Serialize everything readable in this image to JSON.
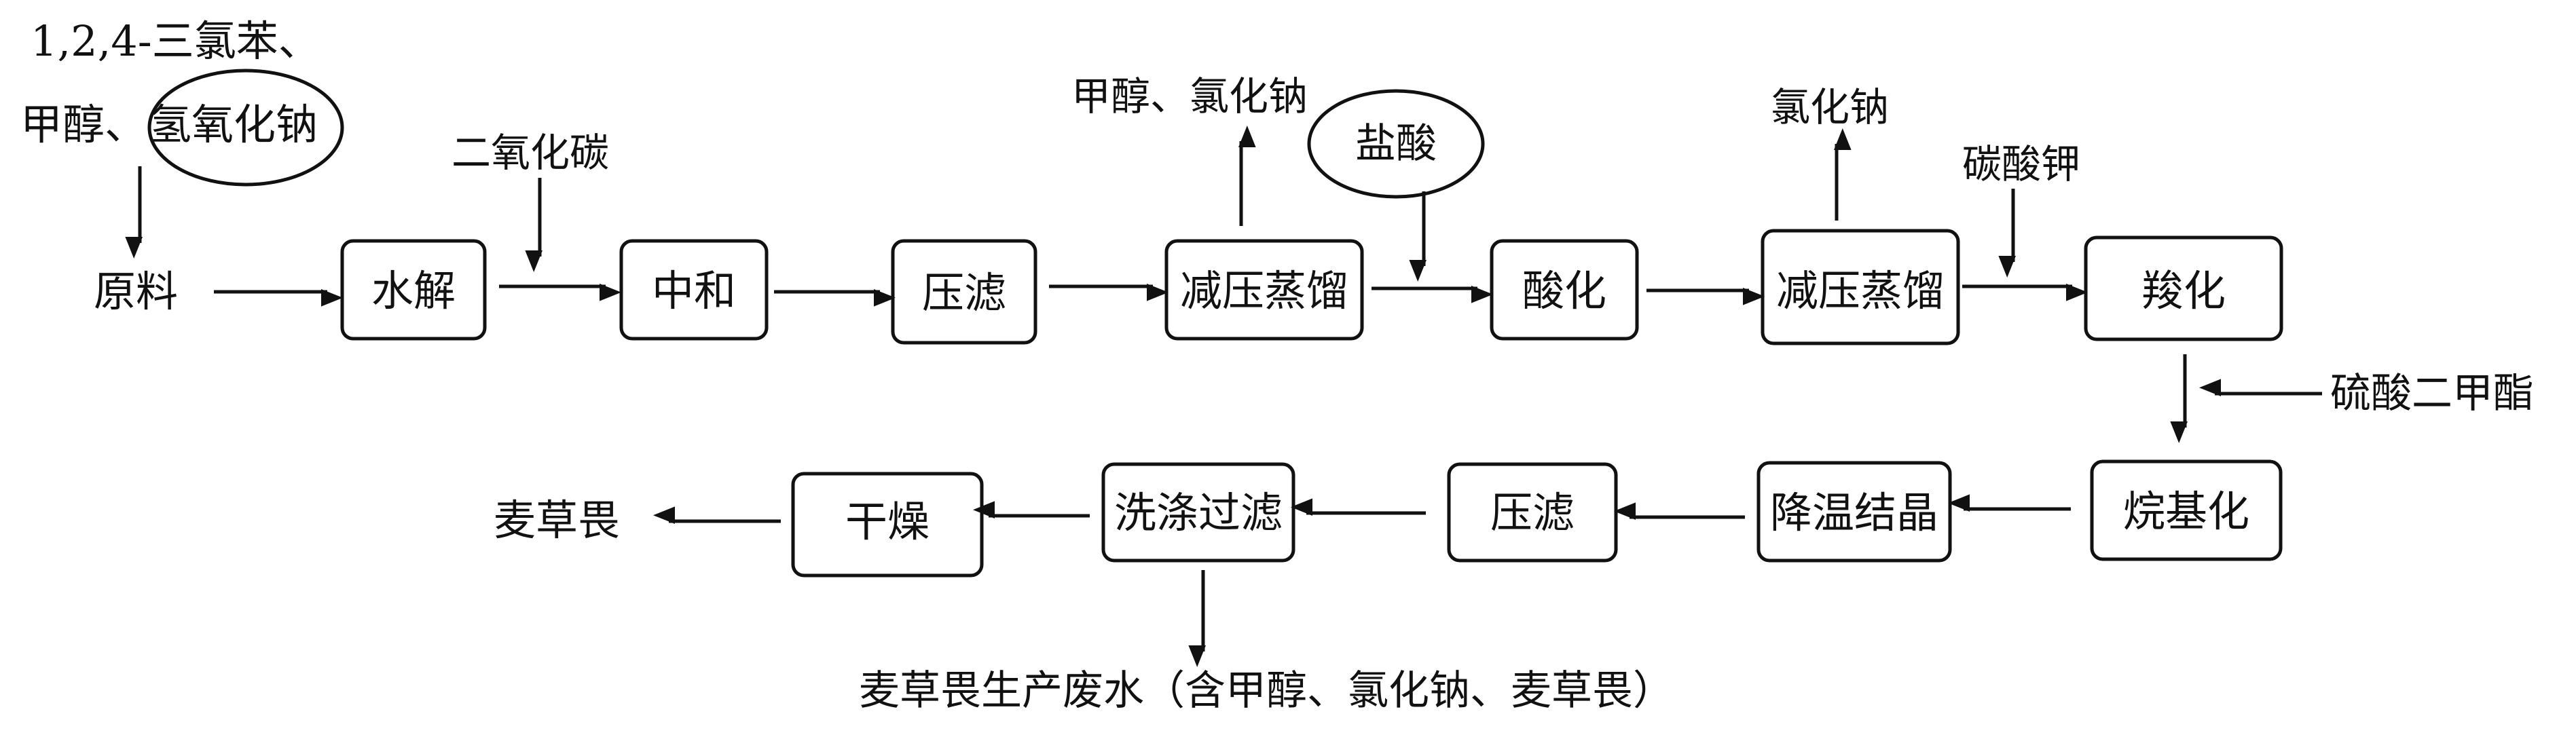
{
  "inputs": {
    "raw_line1": "1,2,4-三氯苯、",
    "raw_line2_prefix": "甲醇、",
    "raw_line2_circled": "氢氧化钠",
    "co2": "二氧化碳",
    "methanol_nacl_out": "甲醇、氯化钠",
    "hcl": "盐酸",
    "nacl_out": "氯化钠",
    "k2co3": "碳酸钾",
    "dimethyl_sulfate": "硫酸二甲酯"
  },
  "nodes": {
    "raw_material": "原料",
    "hydrolysis": "水解",
    "neutralization": "中和",
    "press_filter_1": "压滤",
    "vacuum_distill_1": "减压蒸馏",
    "acidification": "酸化",
    "vacuum_distill_2": "减压蒸馏",
    "carboxylation": "羧化",
    "alkylation": "烷基化",
    "cooling_crystallization": "降温结晶",
    "press_filter_2": "压滤",
    "wash_filter": "洗涤过滤",
    "drying": "干燥",
    "product": "麦草畏"
  },
  "outputs": {
    "wastewater": "麦草畏生产废水（含甲醇、氯化钠、麦草畏）"
  }
}
